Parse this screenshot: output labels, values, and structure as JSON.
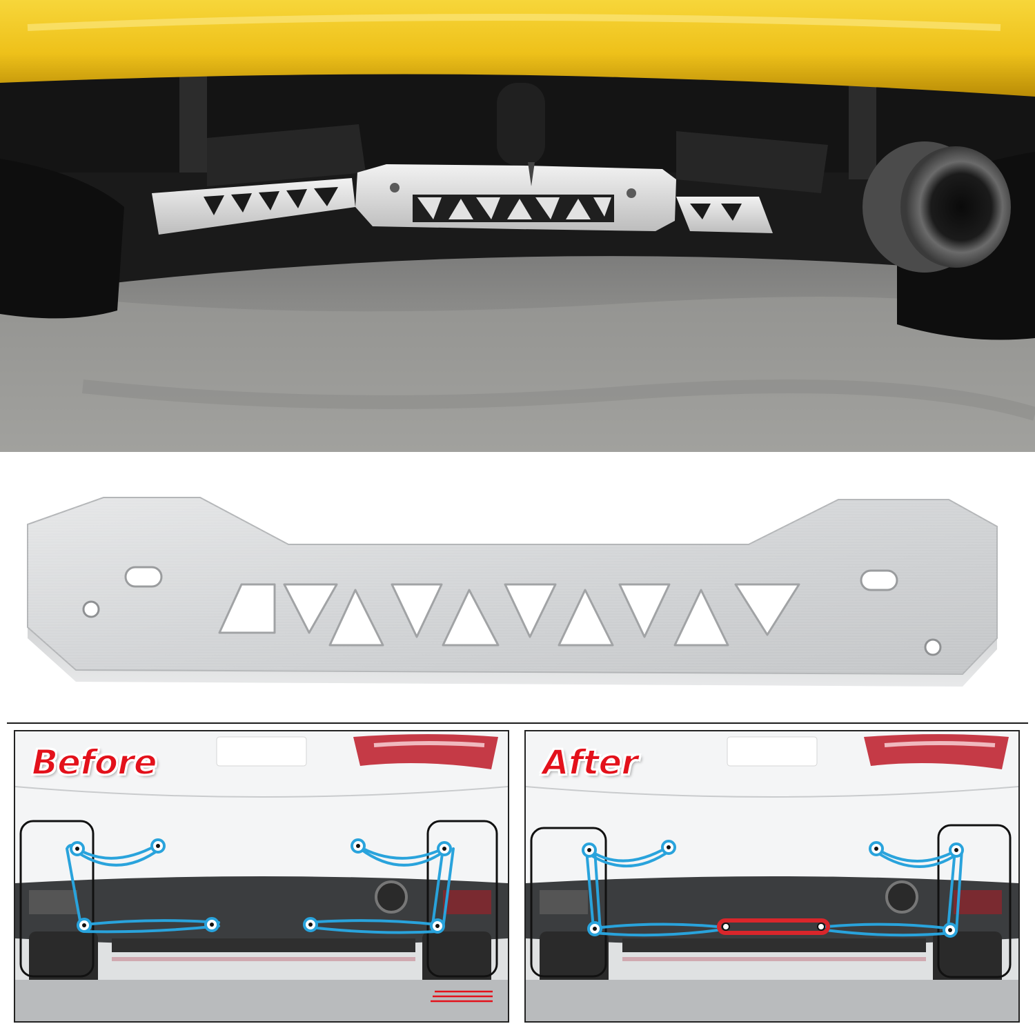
{
  "photos": {
    "top": {
      "icon": "car-underside-brace-photo"
    },
    "product": {
      "icon": "subframe-brace-plate"
    }
  },
  "comparison": {
    "before": {
      "label": "Before"
    },
    "after": {
      "label": "After"
    }
  },
  "colors": {
    "car_yellow": "#f1c21b",
    "plate_silver": "#cfd1d3",
    "label_red": "#e3111b",
    "link_blue": "#29a3dc",
    "brace_red": "#d9262b"
  }
}
